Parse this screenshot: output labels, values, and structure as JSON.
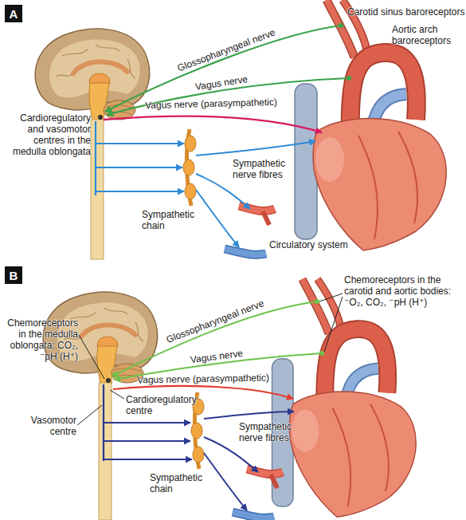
{
  "diagram": {
    "nodes": [
      {
        "text": [
          "A"
        ]
      },
      {
        "text": [
          "B"
        ]
      }
    ],
    "labels": [
      "Carotid sinus baroreceptors",
      "Aortic arch baroreceptors",
      "Glossopharyngeal nerve",
      "Vagus nerve",
      "Cardioregulatory and vasomotor centres in the medulla oblongata",
      "Vagus nerve (parasympathetic)",
      "Sympathetic nerve fibres",
      "Sympathetic chain",
      "Circulatory system",
      "Chemoreceptors in the carotid and aortic bodies: ⁻O₂, CO₂, ⁻pH (H⁺)",
      "Chemoreceptors in the medulla oblongata: CO₂, ⁻pH (H⁺)",
      "Glossopharyngeal nerve",
      "Vagus nerve",
      "Vagus nerve (parasympathetic)",
      "Cardioregulatory centre",
      "Vasomotor centre",
      "Sympathetic nerve fibres",
      "Sympathetic chain"
    ]
  }
}
